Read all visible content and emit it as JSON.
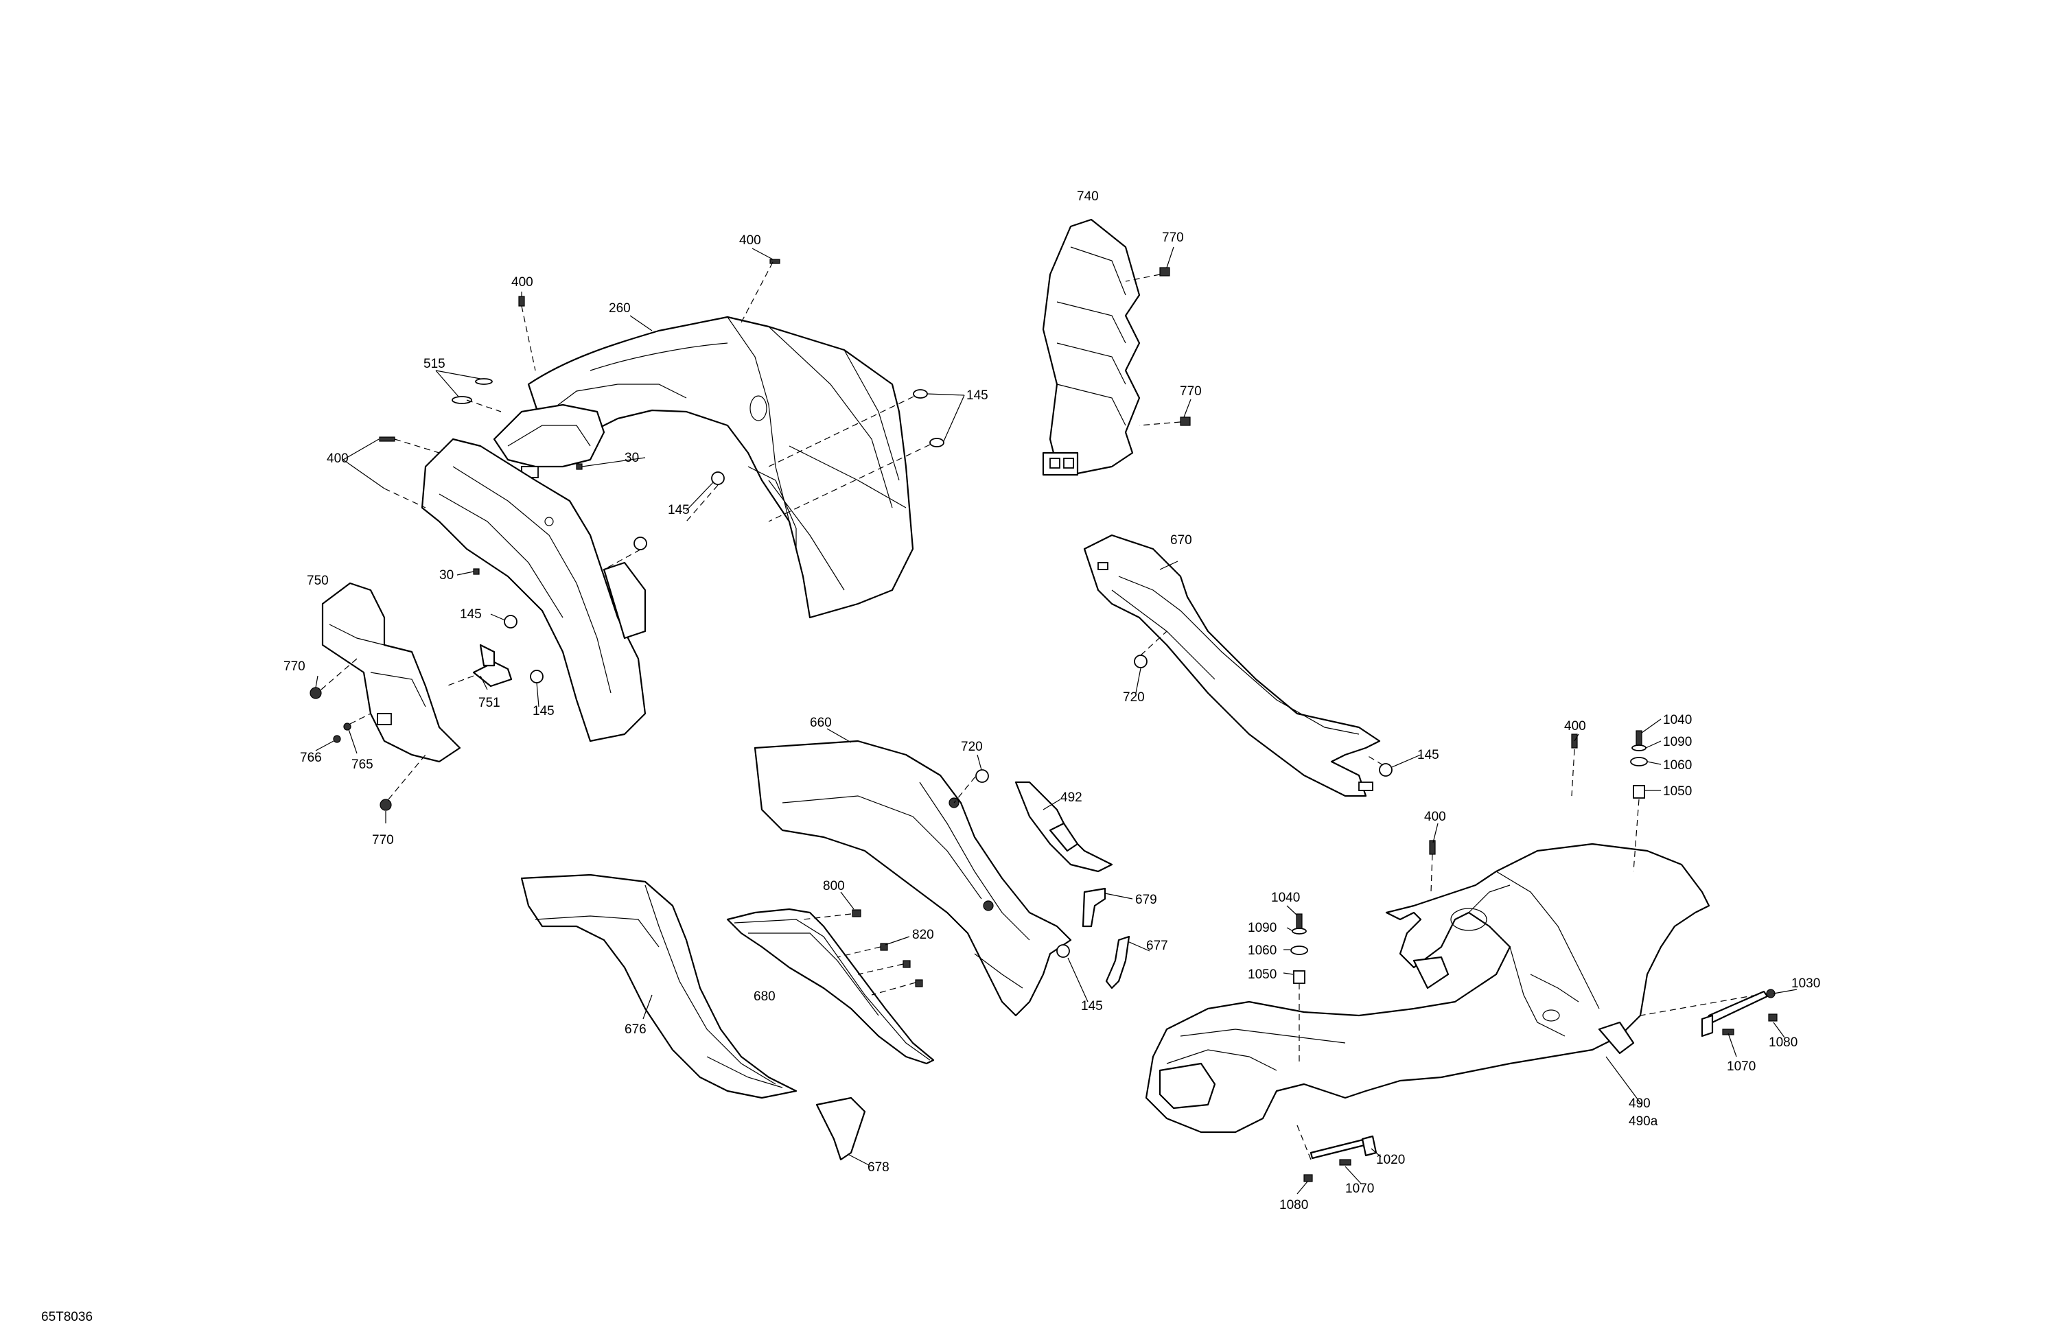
{
  "diagram": {
    "code": "65T8036",
    "callouts": {
      "c260": "260",
      "c400a": "400",
      "c400b": "400",
      "c400c": "400",
      "c400d": "400",
      "c400e": "400",
      "c515": "515",
      "c30a": "30",
      "c30b": "30",
      "c145a": "145",
      "c145b": "145",
      "c145c": "145",
      "c145d": "145",
      "c145e": "145",
      "c145f": "145",
      "c740": "740",
      "c770a": "770",
      "c770b": "770",
      "c770c": "770",
      "c770d": "770",
      "c670": "670",
      "c720a": "720",
      "c720b": "720",
      "c750": "750",
      "c751": "751",
      "c765": "765",
      "c766": "766",
      "c660": "660",
      "c492": "492",
      "c679": "679",
      "c677": "677",
      "c800": "800",
      "c820": "820",
      "c680": "680",
      "c676": "676",
      "c678": "678",
      "c1040a": "1040",
      "c1040b": "1040",
      "c1090a": "1090",
      "c1090b": "1090",
      "c1060a": "1060",
      "c1060b": "1060",
      "c1050a": "1050",
      "c1050b": "1050",
      "c1030": "1030",
      "c490": "490",
      "c490a": "490a",
      "c1070a": "1070",
      "c1070b": "1070",
      "c1080a": "1080",
      "c1080b": "1080",
      "c1020": "1020"
    }
  }
}
